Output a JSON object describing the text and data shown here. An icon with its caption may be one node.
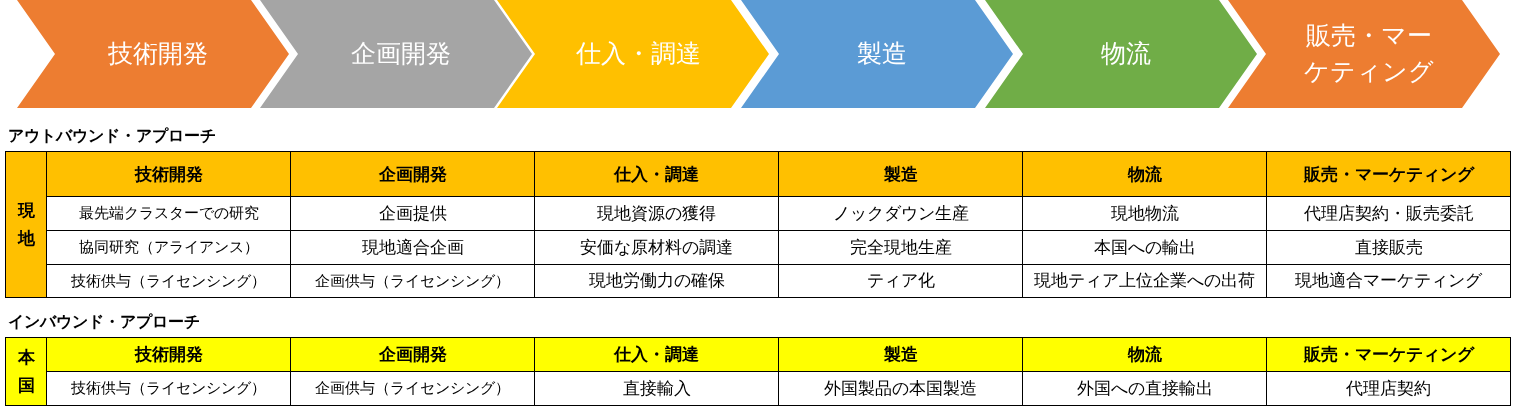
{
  "diagram": {
    "nodes": [
      {
        "text": [
          "技術開発"
        ]
      },
      {
        "text": [
          "企画開発"
        ]
      },
      {
        "text": [
          "仕入・調達"
        ]
      },
      {
        "text": [
          "製造"
        ]
      },
      {
        "text": [
          "物流"
        ]
      },
      {
        "text": [
          "販売・マーケティング"
        ]
      }
    ],
    "labels": [
      "アウトバウンド・アプローチ",
      "現地",
      "技術開発",
      "企画開発",
      "仕入・調達",
      "製造",
      "物流",
      "販売・マーケティング",
      "最先端クラスターでの研究",
      "企画提供",
      "現地資源の獲得",
      "ノックダウン生産",
      "現地物流",
      "代理店契約・販売委託",
      "協同研究（アライアンス）",
      "現地適合企画",
      "安価な原材料の調達",
      "完全現地生産",
      "本国への輸出",
      "直接販売",
      "技術供与（ライセンシング）",
      "企画供与（ライセンシング）",
      "現地労働力の確保",
      "ティア化",
      "現地ティア上位企業への出荷",
      "現地適合マーケティング",
      "インバウンド・アプローチ",
      "本国",
      "技術開発",
      "企画開発",
      "仕入・調達",
      "製造",
      "物流",
      "販売・マーケティング",
      "技術供与（ライセンシング）",
      "企画供与（ライセンシング）",
      "直接輸入",
      "外国製品の本国製造",
      "外国への直接輸出",
      "代理店契約"
    ]
  }
}
